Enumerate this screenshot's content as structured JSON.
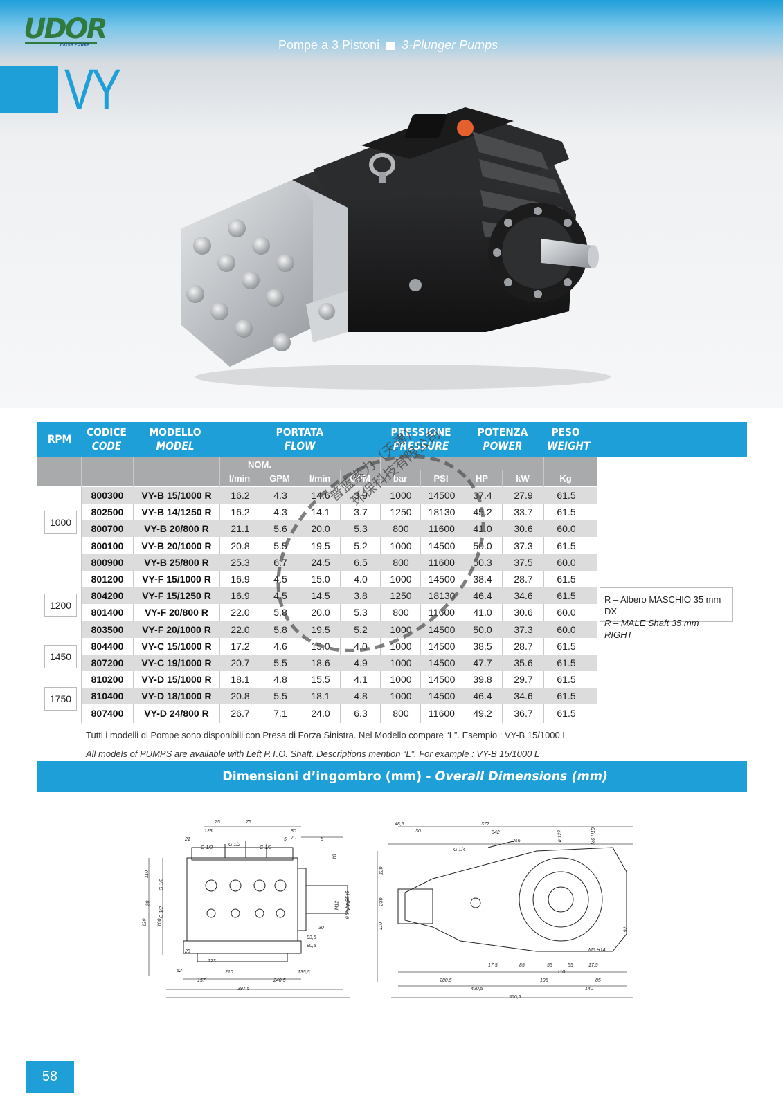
{
  "brand": {
    "logo_text": "UDOR",
    "logo_sub": "WATER POWER"
  },
  "header": {
    "title_it": "Pompe a 3 Pistoni",
    "title_en": "3-Plunger Pumps"
  },
  "series": {
    "code": "VY"
  },
  "table": {
    "headers": {
      "rpm": "RPM",
      "code_it": "CODICE",
      "code_en": "CODE",
      "model_it": "MODELLO",
      "model_en": "MODEL",
      "flow_it": "PORTATA",
      "flow_en": "FLOW",
      "pressure_it": "PRESSIONE",
      "pressure_en": "PRESSURE",
      "power_it": "POTENZA",
      "power_en": "POWER",
      "weight_it": "PESO",
      "weight_en": "WEIGHT",
      "nom": "NOM."
    },
    "units": [
      "l/min",
      "GPM",
      "l/min",
      "GPM",
      "bar",
      "PSI",
      "HP",
      "kW",
      "Kg"
    ],
    "rpm_groups": [
      "1000",
      "1200",
      "1450",
      "1750"
    ],
    "rows": [
      [
        "800300",
        "VY-B 15/1000 R",
        "16.2",
        "4.3",
        "14.6",
        "3.9",
        "1000",
        "14500",
        "37.4",
        "27.9",
        "61.5"
      ],
      [
        "802500",
        "VY-B 14/1250 R",
        "16.2",
        "4.3",
        "14.1",
        "3.7",
        "1250",
        "18130",
        "45.2",
        "33.7",
        "61.5"
      ],
      [
        "800700",
        "VY-B 20/800 R",
        "21.1",
        "5.6",
        "20.0",
        "5.3",
        "800",
        "11600",
        "41.0",
        "30.6",
        "60.0"
      ],
      [
        "800100",
        "VY-B 20/1000 R",
        "20.8",
        "5.5",
        "19.5",
        "5.2",
        "1000",
        "14500",
        "50.0",
        "37.3",
        "61.5"
      ],
      [
        "800900",
        "VY-B 25/800 R",
        "25.3",
        "6.7",
        "24.5",
        "6.5",
        "800",
        "11600",
        "50.3",
        "37.5",
        "60.0"
      ],
      [
        "801200",
        "VY-F 15/1000 R",
        "16.9",
        "4.5",
        "15.0",
        "4.0",
        "1000",
        "14500",
        "38.4",
        "28.7",
        "61.5"
      ],
      [
        "804200",
        "VY-F 15/1250 R",
        "16.9",
        "4.5",
        "14.5",
        "3.8",
        "1250",
        "18130",
        "46.4",
        "34.6",
        "61.5"
      ],
      [
        "801400",
        "VY-F 20/800 R",
        "22.0",
        "5.8",
        "20.0",
        "5.3",
        "800",
        "11600",
        "41.0",
        "30.6",
        "60.0"
      ],
      [
        "803500",
        "VY-F 20/1000 R",
        "22.0",
        "5.8",
        "19.5",
        "5.2",
        "1000",
        "14500",
        "50.0",
        "37.3",
        "60.0"
      ],
      [
        "804400",
        "VY-C 15/1000 R",
        "17.2",
        "4.6",
        "15.0",
        "4.0",
        "1000",
        "14500",
        "38.5",
        "28.7",
        "61.5"
      ],
      [
        "807200",
        "VY-C 19/1000 R",
        "20.7",
        "5.5",
        "18.6",
        "4.9",
        "1000",
        "14500",
        "47.7",
        "35.6",
        "61.5"
      ],
      [
        "810200",
        "VY-D 15/1000 R",
        "18.1",
        "4.8",
        "15.5",
        "4.1",
        "1000",
        "14500",
        "39.8",
        "29.7",
        "61.5"
      ],
      [
        "810400",
        "VY-D 18/1000 R",
        "20.8",
        "5.5",
        "18.1",
        "4.8",
        "1000",
        "14500",
        "46.4",
        "34.6",
        "61.5"
      ],
      [
        "807400",
        "VY-D 24/800 R",
        "26.7",
        "7.1",
        "24.0",
        "6.3",
        "800",
        "11600",
        "49.2",
        "36.7",
        "61.5"
      ]
    ],
    "note_it": "R – Albero MASCHIO 35 mm DX",
    "note_en": "R – MALE Shaft 35 mm RIGHT"
  },
  "footnotes": {
    "it": "Tutti i modelli di Pompe sono disponibili con Presa di Forza Sinistra. Nel Modello compare “L”. Esempio : VY-B 15/1000 L",
    "en": "All models of PUMPS are available with Left P.T.O. Shaft. Descriptions mention “L”. For example : VY-B 15/1000 L"
  },
  "dimensions": {
    "title_it": "Dimensioni d’ingombro (mm)",
    "sep": "-",
    "title_en": "Overall Dimensions (mm)",
    "front_labels": [
      "75",
      "75",
      "123",
      "80",
      "70",
      "5",
      "5",
      "21",
      "G 1/2",
      "G 1/2",
      "G 1/2",
      "10",
      "110",
      "G 1/2",
      "20",
      "G 1/2",
      "100",
      "120",
      "M12",
      "ø 35 j6",
      "ø 38",
      "ø 95,5",
      "30",
      "83,5",
      "90,5",
      "23",
      "123",
      "52",
      "210",
      "135,5",
      "157",
      "240,5",
      "397,5"
    ],
    "side_labels": [
      "48,5",
      "30",
      "372",
      "342",
      "216",
      "G 1/4",
      "ø 122",
      "M6 H10",
      "120",
      "230",
      "110",
      "92",
      "M6 H14",
      "17,5",
      "85",
      "55",
      "55",
      "17,5",
      "110",
      "280,5",
      "195",
      "85",
      "420,5",
      "140",
      "560,5"
    ]
  },
  "watermark": {
    "line1": "普蓝索力（天津）",
    "line2": "环保科技有限公司"
  },
  "page": {
    "number": "58"
  },
  "colors": {
    "accent": "#1e9fd8",
    "header_grey": "#a9aaac",
    "row_shade": "#dcdcdd",
    "logo_green": "#2f7a3c"
  }
}
